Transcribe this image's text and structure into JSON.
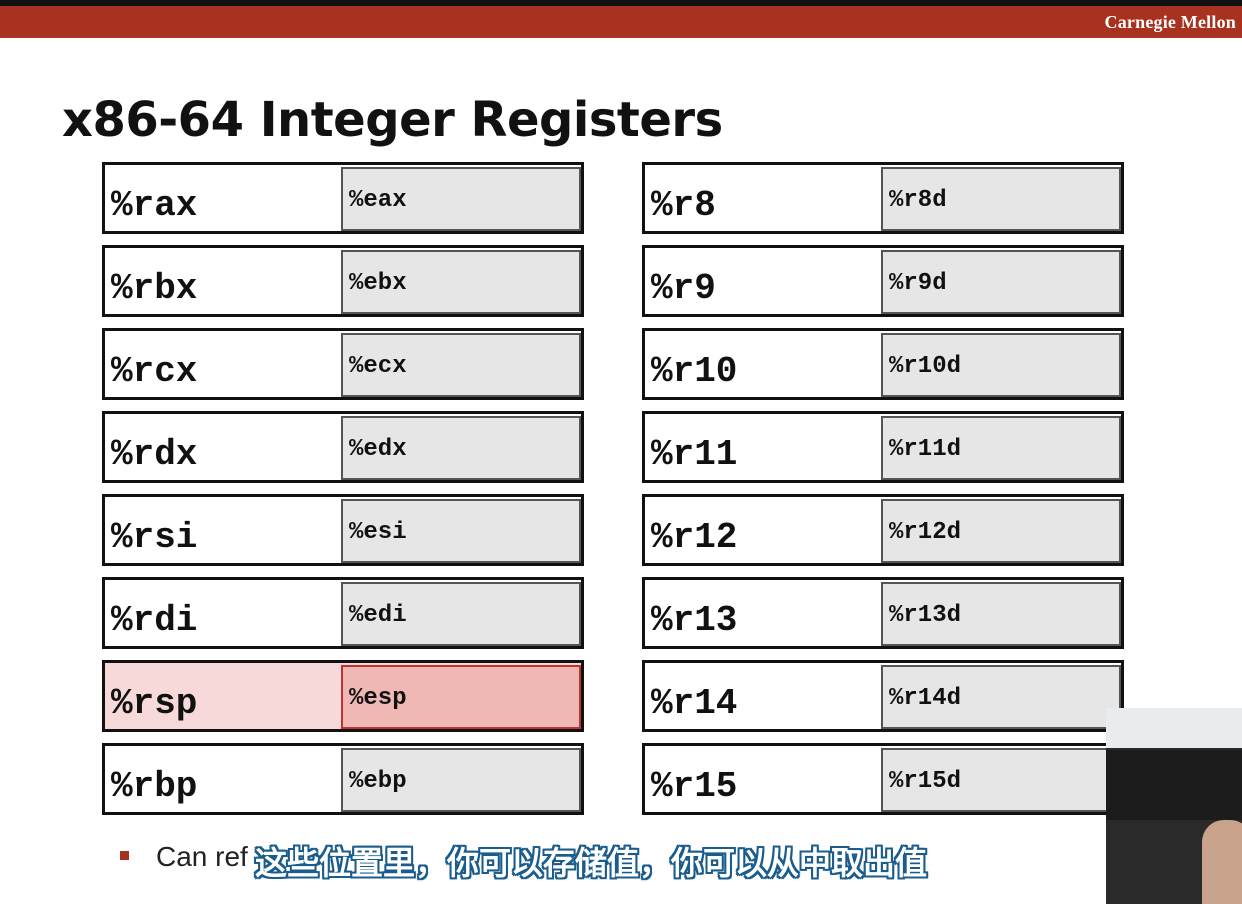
{
  "header": {
    "brand": "Carnegie Mellon"
  },
  "slide": {
    "title": "x86-64 Integer Registers",
    "left_registers": [
      {
        "name": "%rax",
        "sub": "%eax"
      },
      {
        "name": "%rbx",
        "sub": "%ebx"
      },
      {
        "name": "%rcx",
        "sub": "%ecx"
      },
      {
        "name": "%rdx",
        "sub": "%edx"
      },
      {
        "name": "%rsi",
        "sub": "%esi"
      },
      {
        "name": "%rdi",
        "sub": "%edi"
      },
      {
        "name": "%rsp",
        "sub": "%esp"
      },
      {
        "name": "%rbp",
        "sub": "%ebp"
      }
    ],
    "right_registers": [
      {
        "name": "%r8",
        "sub": "%r8d"
      },
      {
        "name": "%r9",
        "sub": "%r9d"
      },
      {
        "name": "%r10",
        "sub": "%r10d"
      },
      {
        "name": "%r11",
        "sub": "%r11d"
      },
      {
        "name": "%r12",
        "sub": "%r12d"
      },
      {
        "name": "%r13",
        "sub": "%r13d"
      },
      {
        "name": "%r14",
        "sub": "%r14d"
      },
      {
        "name": "%r15",
        "sub": "%r15d"
      }
    ],
    "highlight_color": "#f0b8b4",
    "bullet_text": "Can ref"
  },
  "video": {
    "subtitle": "这些位置里，你可以存储值，你可以从中取出值"
  }
}
